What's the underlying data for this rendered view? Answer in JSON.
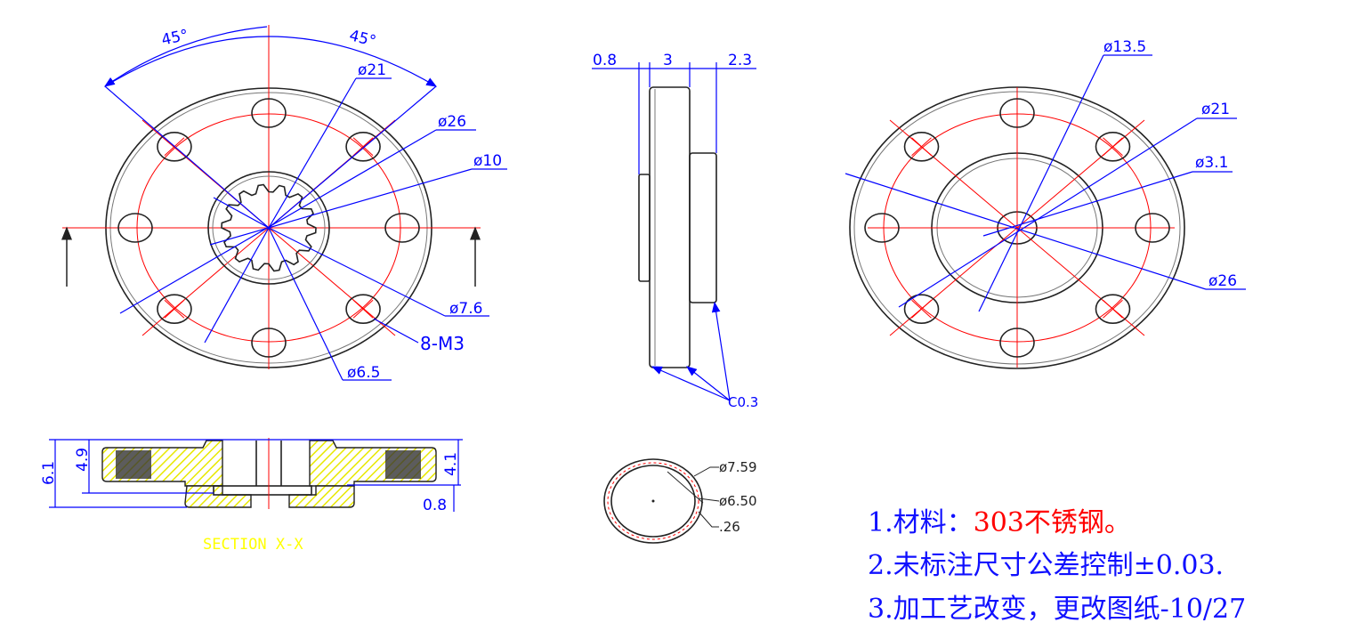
{
  "front_view": {
    "angle_left": "45°",
    "angle_right": "45°",
    "dim_21": "ø21",
    "dim_26": "ø26",
    "dim_10": "ø10",
    "dim_7_6": "ø7.6",
    "dim_holes": "8-M3",
    "dim_6_5": "ø6.5"
  },
  "side_view": {
    "dim_0_8": "0.8",
    "dim_3": "3",
    "dim_2_3": "2.3",
    "dim_chamfer": "C0.3"
  },
  "rear_view": {
    "dim_13_5": "ø13.5",
    "dim_21": "ø21",
    "dim_3_1": "ø3.1",
    "dim_26": "ø26"
  },
  "section": {
    "title": "SECTION X-X",
    "dim_6_1": "6.1",
    "dim_4_9": "4.9",
    "dim_4_1": "4.1",
    "dim_0_8": "0.8"
  },
  "spline_detail": {
    "dim_outer": "ø7.59",
    "dim_inner": "ø6.50",
    "dim_depth": ".26"
  },
  "notes": {
    "note1_prefix": "1.材料：",
    "note1_material": "303不锈钢。",
    "note2": "2.未标注尺寸公差控制±0.03.",
    "note3": "3.加工艺改变，更改图纸-10/27"
  },
  "colors": {
    "dimension": "#0000ff",
    "centerline": "#ff0000",
    "hatch": "#ffff00",
    "outline": "#222222"
  }
}
